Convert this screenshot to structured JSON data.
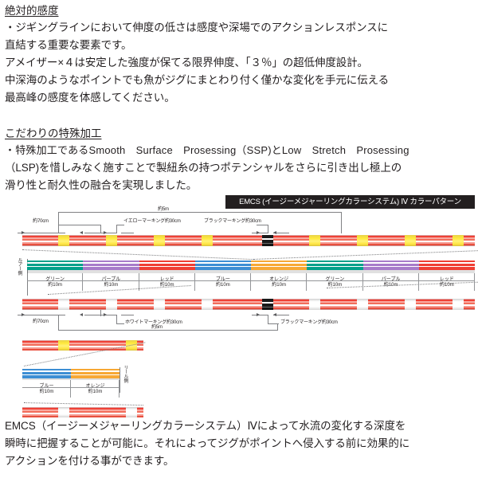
{
  "section1": {
    "heading": "絶対的感度",
    "lines": [
      "・ジギングラインにおいて伸度の低さは感度や深場でのアクションレスポンスに",
      "直結する重要な要素です。",
      "アメイザー×４は安定した強度が保てる限界伸度、「３％」の超低伸度設計。",
      "中深海のようなポイントでも魚がジグにまとわり付く僅かな変化を手元に伝える",
      "最高峰の感度を体感してください。"
    ]
  },
  "section2": {
    "heading": "こだわりの特殊加工",
    "lines": [
      "・特殊加工であるSmooth　Surface　Prosessing（SSP)とLow　Stretch　Prosessing",
      "（LSP)を惜しみなく施すことで製紐糸の持つポテンシャルをさらに引き出し極上の",
      "滑り性と耐久性の融合を実現しました。"
    ]
  },
  "section3": {
    "lines": [
      "EMCS（イージーメジャーリングカラーシステム）Ⅳによって水流の変化する深度を",
      "瞬時に把握することが可能に。それによってジグがポイントへ侵入する前に効果的に",
      "アクションを付ける事ができます。"
    ]
  },
  "figure": {
    "emcs_title": "EMCS (イージーメジャーリングカラーシステム) Ⅳ カラーパターン",
    "row1": {
      "total_label": "約5m",
      "start_label": "約70cm",
      "yellow_marking_label": "イエローマーキング約30cm",
      "black_marking_label": "ブラックマーキング約30cm"
    },
    "row3": {
      "total_label": "約5m",
      "start_label": "約70cm",
      "white_marking_label": "ホワイトマーキング約30cm",
      "black_marking_label": "ブラックマーキング約30cm"
    },
    "lure_side_label": "ルアー側",
    "reel_side_label": "リール側",
    "length_unit": "約10m",
    "segments": [
      {
        "name": "グリーン",
        "length": "約10m",
        "color": "#00a08a"
      },
      {
        "name": "パープル",
        "length": "約10m",
        "color": "#a77bca"
      },
      {
        "name": "レッド",
        "length": "約10m",
        "color": "#ef3e33"
      },
      {
        "name": "ブルー",
        "length": "約10m",
        "color": "#3d8ed4"
      },
      {
        "name": "オレンジ",
        "length": "約10m",
        "color": "#f7a835"
      },
      {
        "name": "グリーン",
        "length": "約10m",
        "color": "#00a08a"
      },
      {
        "name": "パープル",
        "length": "約10m",
        "color": "#a77bca"
      },
      {
        "name": "レッド",
        "length": "約10m",
        "color": "#ef3e33"
      }
    ],
    "detail_segments": [
      {
        "name": "ブルー",
        "length": "約10m",
        "color": "#3d8ed4"
      },
      {
        "name": "オレンジ",
        "length": "約10m",
        "color": "#f7a835"
      }
    ],
    "colors": {
      "line_red": "#ef4136",
      "line_pink": "#f8a9a0",
      "marking_yellow": "#ffe93c",
      "marking_white": "#ffffff",
      "marking_black": "#1a1a1a",
      "dim_gray": "#808184",
      "header_bg": "#231f20"
    }
  }
}
